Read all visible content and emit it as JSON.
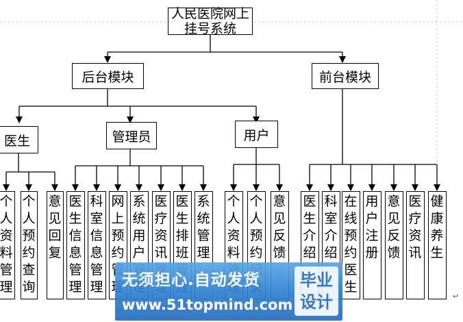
{
  "root": {
    "label": "人民医院网上挂号系统"
  },
  "branches": [
    {
      "label": "后台模块"
    },
    {
      "label": "前台模块"
    }
  ],
  "roles": [
    {
      "label": "医生"
    },
    {
      "label": "管理员"
    },
    {
      "label": "用户"
    }
  ],
  "leaves": {
    "doctor": [
      "个人资料管理",
      "个人预约查询",
      "意见回复"
    ],
    "admin": [
      "医生信息管理",
      "科室信息管理",
      "网上预约管理",
      "系统用户管理",
      "医疗资讯管理",
      "医生排班管理",
      "系统管理"
    ],
    "user": [
      "个人资料管理",
      "个人预约记录",
      "意见反馈"
    ],
    "front": [
      "医生介绍",
      "科室介绍",
      "在线预约医生",
      "用户注册",
      "意见反馈",
      "医疗资讯",
      "健康养生"
    ]
  },
  "watermark": {
    "line1": "无须担心.自动发货",
    "line2": "www.51topmind.com",
    "logo_top": "毕业",
    "logo_bottom": "设计"
  },
  "colors": {
    "line": "#000000",
    "watermark": "#2f7fd0"
  }
}
